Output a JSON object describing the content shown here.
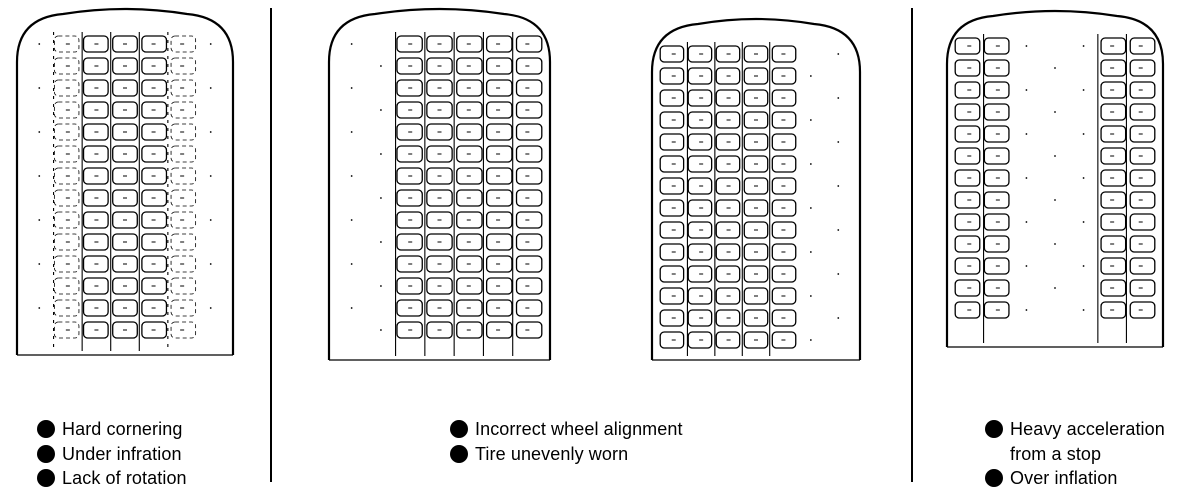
{
  "panels": [
    {
      "causes": [
        {
          "text": "Hard cornering"
        },
        {
          "text": "Under infration"
        },
        {
          "text": "Lack of rotation"
        }
      ]
    },
    {
      "causes": [
        {
          "text": "Incorrect wheel alignment"
        },
        {
          "text": "Tire unevenly worn"
        }
      ]
    },
    {
      "causes": [
        {
          "text": "Heavy acceleration"
        },
        {
          "text": "from a stop",
          "continuation": true
        },
        {
          "text": "Over inflation"
        }
      ]
    }
  ],
  "tires": [
    {
      "wear": "both-shoulders"
    },
    {
      "wear": "left-side"
    },
    {
      "wear": "right-side"
    },
    {
      "wear": "center"
    }
  ],
  "colors": {
    "ink": "#000000",
    "paper": "#ffffff"
  }
}
